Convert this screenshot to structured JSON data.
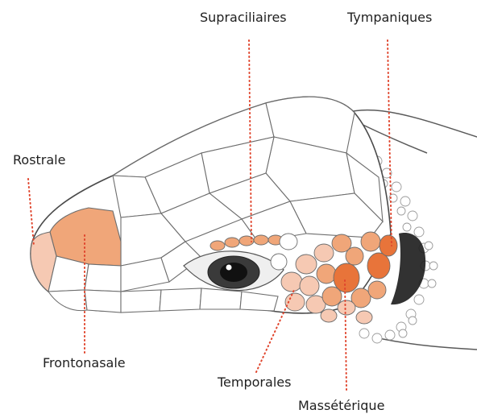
{
  "labels": {
    "supraciliaires": "Supraciliaires",
    "tympaniques": "Tympaniques",
    "rostrale": "Rostrale",
    "frontonasale": "Frontonasale",
    "temporales": "Temporales",
    "masseterique": "Massétérique"
  },
  "colors": {
    "leader": "#e0452d",
    "scale_light": "#f6c9b3",
    "scale_medium": "#f0a679",
    "scale_dark": "#e8743a",
    "line": "#5a5a5a"
  }
}
